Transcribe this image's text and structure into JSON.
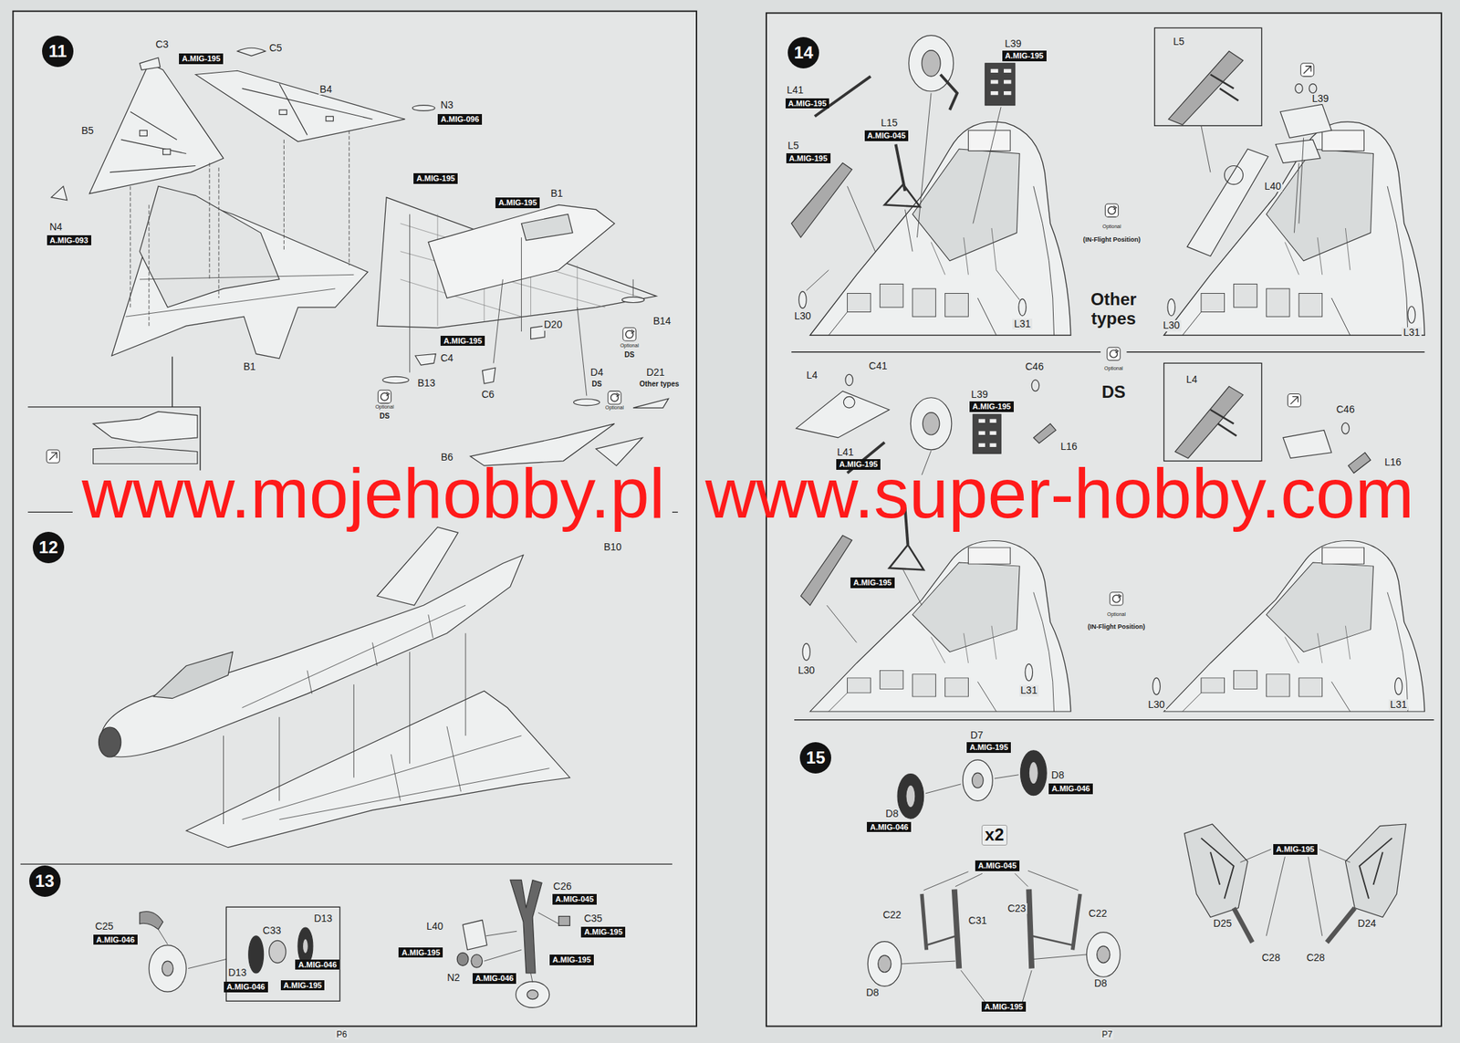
{
  "diagram": {
    "nodes": [
      {
        "text": [
          "11"
        ]
      },
      {
        "text": [
          "A.MIG-195"
        ]
      },
      {
        "text": [
          "A.MIG-096"
        ]
      },
      {
        "text": [
          "A.MIG-093"
        ]
      },
      {
        "text": [
          "A.MIG-195"
        ]
      },
      {
        "text": [
          "A.MIG-195"
        ]
      },
      {
        "text": [
          "A.MIG-195"
        ]
      },
      {
        "text": [
          "12"
        ]
      },
      {
        "text": [
          "13"
        ]
      },
      {
        "text": [
          "A.MIG-046"
        ]
      },
      {
        "text": [
          "A.MIG-046"
        ]
      },
      {
        "text": [
          "A.MIG-046"
        ]
      },
      {
        "text": [
          "A.MIG-195"
        ]
      },
      {
        "text": [
          "A.MIG-045"
        ]
      },
      {
        "text": [
          "A.MIG-195"
        ]
      },
      {
        "text": [
          "A.MIG-195"
        ]
      },
      {
        "text": [
          "A.MIG-195"
        ]
      },
      {
        "text": [
          "A.MIG-046"
        ]
      },
      {
        "text": [
          "14"
        ]
      },
      {
        "text": [
          "A.MIG-195"
        ]
      },
      {
        "text": [
          "A.MIG-195"
        ]
      },
      {
        "text": [
          "A.MIG-045"
        ]
      },
      {
        "text": [
          "A.MIG-195"
        ]
      },
      {
        "text": [
          "A.MIG-195"
        ]
      },
      {
        "text": [
          "A.MIG-195"
        ]
      },
      {
        "text": [
          "A.MIG-195"
        ]
      },
      {
        "text": [
          "15"
        ]
      },
      {
        "text": [
          "A.MIG-195"
        ]
      },
      {
        "text": [
          "A.MIG-046"
        ]
      },
      {
        "text": [
          "A.MIG-046"
        ]
      },
      {
        "text": [
          "x2"
        ]
      },
      {
        "text": [
          "A.MIG-045"
        ]
      },
      {
        "text": [
          "A.MIG-195"
        ]
      },
      {
        "text": [
          "A.MIG-195"
        ]
      }
    ],
    "labels": [
      "C3",
      "C5",
      "B4",
      "N3",
      "B5",
      "N4",
      "B1",
      "B14",
      "Optional",
      "DS",
      "D20",
      "C4",
      "B13",
      "Optional",
      "DS",
      "C6",
      "D4",
      "DS",
      "D21",
      "Other types",
      "Optional",
      "B1",
      "B6",
      "B10",
      "www.mojehobby.pl",
      "www.super-hobby.com",
      "P6",
      "C25",
      "C33",
      "D13",
      "D13",
      "C26",
      "L40",
      "C35",
      "N2",
      "L39",
      "L41",
      "L15",
      "L5",
      "L30",
      "L31",
      "L5",
      "L39",
      "L40",
      "Optional",
      "(IN-Flight Position)",
      "Other types",
      "L30",
      "L31",
      "Optional",
      "DS",
      "L4",
      "C41",
      "L39",
      "C46",
      "L16",
      "L41",
      "L30",
      "L31",
      "L4",
      "C46",
      "L16",
      "Optional",
      "(IN-Flight Position)",
      "L30",
      "L31",
      "P7",
      "D7",
      "D8",
      "D8",
      "C22",
      "C31",
      "C23",
      "C22",
      "D8",
      "D8",
      "D25",
      "D24",
      "C28",
      "C28"
    ]
  }
}
